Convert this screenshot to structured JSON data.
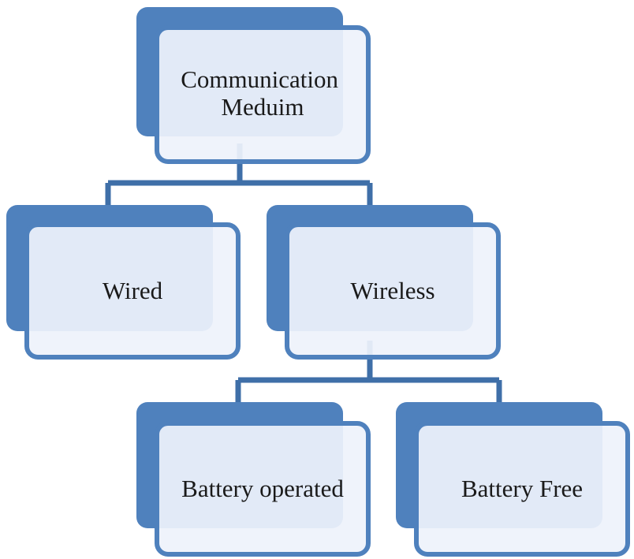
{
  "colors": {
    "back_fill": "#4f81bd",
    "front_fill": "#eef2fb",
    "border": "#4f81bd",
    "connector": "#3f6fa8",
    "text": "#1a1a1a"
  },
  "nodes": {
    "root": {
      "line1": "Communication",
      "line2": "Meduim"
    },
    "wired": {
      "label": "Wired"
    },
    "wireless": {
      "label": "Wireless"
    },
    "battery_operated": {
      "label": "Battery operated"
    },
    "battery_free": {
      "label": "Battery Free"
    }
  }
}
